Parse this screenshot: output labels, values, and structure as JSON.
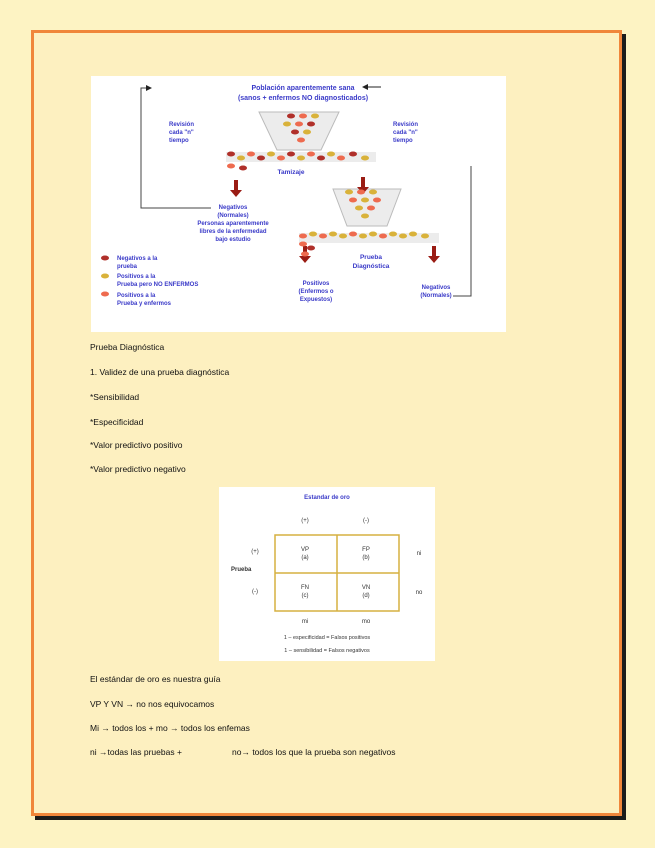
{
  "figure1": {
    "title_line1": "Población aparentemente sana",
    "title_line2": "(sanos + enfermos NO diagnosticados)",
    "revision_left": [
      "Revisión",
      "cada \"n\"",
      "tiempo"
    ],
    "revision_right": [
      "Revisión",
      "cada \"n\"",
      "tiempo"
    ],
    "tamizaje": "Tamizaje",
    "negativos_left": [
      "Negativos",
      "(Normales)",
      "Personas aparentemente",
      "libres de la enfermedad",
      "bajo estudio"
    ],
    "prueba_diagnostica": [
      "Prueba",
      "Diagnóstica"
    ],
    "positivos": [
      "Positivos",
      "(Enfermos o",
      "Expuestos)"
    ],
    "negativos_right": [
      "Negativos",
      "(Normales)"
    ],
    "legend": [
      {
        "lines": [
          "Negativos a la",
          "prueba"
        ],
        "color": "#b0302a"
      },
      {
        "lines": [
          "Positivos a la",
          "Prueba pero NO ENFERMOS"
        ],
        "color": "#d9b23a"
      },
      {
        "lines": [
          "Positivos a la",
          "Prueba  y enfermos"
        ],
        "color": "#ee6b4f"
      }
    ]
  },
  "texts": {
    "heading": "Prueba Diagnóstica",
    "item1": "1. Validez de una prueba diagnóstica",
    "item2": "*Sensibilidad",
    "item3": "*Especificidad",
    "item4": "*Valor predictivo positivo",
    "item5": "*Valor predictivo negativo",
    "line1": "El estándar de oro es nuestra guía",
    "line2": "VP Y VN → no nos equivocamos",
    "line3": "Mi → todos los + mo → todos los enfemas",
    "line4a": "ni →todas las pruebas +",
    "line4b": "no→  todos los que la prueba son negativos"
  },
  "figure2": {
    "title": "Estandar de oro",
    "col_pos": "(+)",
    "col_neg": "(-)",
    "row_pos": "(+)",
    "row_neg": "(-)",
    "row_label": "Prueba",
    "cells": [
      [
        "VP",
        "(a)"
      ],
      [
        "FP",
        "(b)"
      ],
      [
        "FN",
        "(c)"
      ],
      [
        "VN",
        "(d)"
      ]
    ],
    "right_top": "ni",
    "right_bottom": "no",
    "bottom_left": "mi",
    "bottom_right": "mo",
    "note1": "1 – especificidad = Falsos positivos",
    "note2": "1 – sensibilidad = Falsos negativos"
  }
}
